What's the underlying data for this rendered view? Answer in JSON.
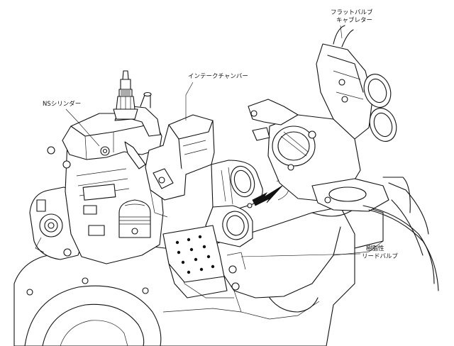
{
  "labels": {
    "ns_cylinder": "NSシリンダー",
    "intake_chamber": "インテークチャンバー",
    "flat_valve_line1": "フラットバルブ",
    "flat_valve_line2": "キャブレター",
    "resin_line1": "樹脂性",
    "resin_line2": "リードバルブ"
  },
  "colors": {
    "ink": "#111111",
    "paper": "#ffffff"
  },
  "icons": {
    "airflow": "arrow-down-left-icon"
  }
}
